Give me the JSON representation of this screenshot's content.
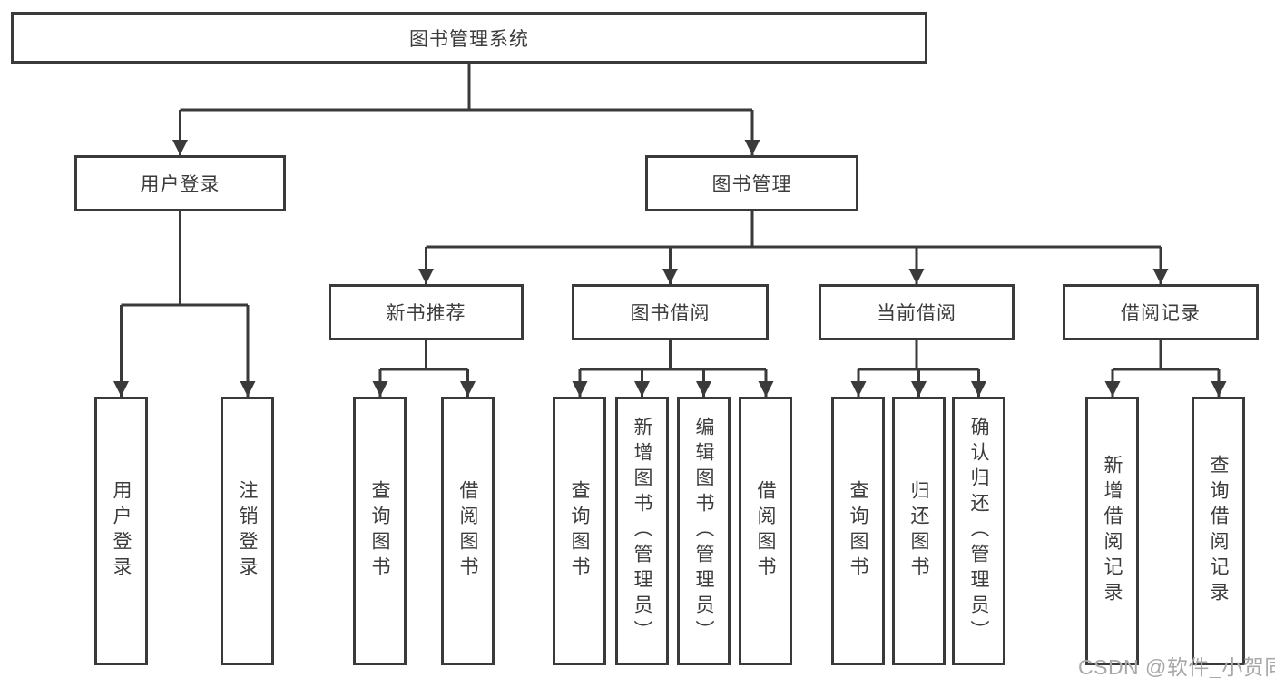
{
  "colors": {
    "line": "#3a3a3a",
    "text": "#3c3c3c",
    "background": "#ffffff",
    "watermark": "#a8a8a8"
  },
  "watermark": {
    "text": "CSDN @软件_小贺同学"
  },
  "tree": {
    "label": "图书管理系统",
    "children": [
      {
        "label": "用户登录",
        "children": [
          {
            "label": "用户登录"
          },
          {
            "label": "注销登录"
          }
        ]
      },
      {
        "label": "图书管理",
        "children": [
          {
            "label": "新书推荐",
            "children": [
              {
                "label": "查询图书"
              },
              {
                "label": "借阅图书"
              }
            ]
          },
          {
            "label": "图书借阅",
            "children": [
              {
                "label": "查询图书"
              },
              {
                "label": "新增图书（管理员）"
              },
              {
                "label": "编辑图书（管理员）"
              },
              {
                "label": "借阅图书"
              }
            ]
          },
          {
            "label": "当前借阅",
            "children": [
              {
                "label": "查询图书"
              },
              {
                "label": "归还图书"
              },
              {
                "label": "确认归还（管理员）"
              }
            ]
          },
          {
            "label": "借阅记录",
            "children": [
              {
                "label": "新增借阅记录"
              },
              {
                "label": "查询借阅记录"
              }
            ]
          }
        ]
      }
    ]
  }
}
